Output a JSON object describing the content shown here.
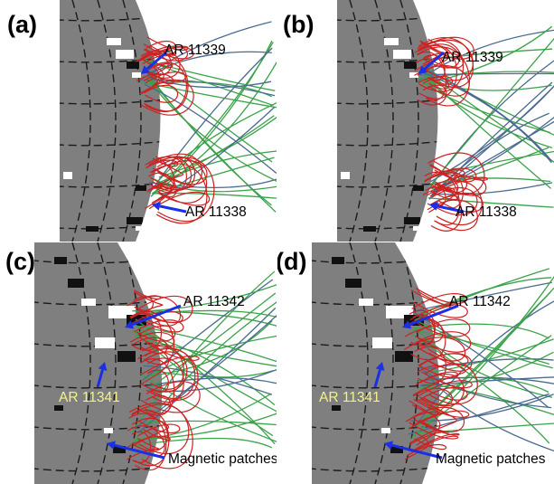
{
  "panels": [
    {
      "id": "a",
      "label": "(a)",
      "ann_top": "AR 11339",
      "ann_bottom": "AR 11338"
    },
    {
      "id": "b",
      "label": "(b)",
      "ann_top": "AR 11339",
      "ann_bottom": "AR 11338"
    },
    {
      "id": "c",
      "label": "(c)",
      "ann_top": "AR 11342",
      "ann_mid": "AR 11341",
      "ann_bottom": "Magnetic patches"
    },
    {
      "id": "d",
      "label": "(d)",
      "ann_top": "AR 11342",
      "ann_mid": "AR 11341",
      "ann_bottom": "Magnetic patches"
    }
  ],
  "colors": {
    "sun_disk": "#7f7f7f",
    "grid": "#1a1a1a",
    "closed_loops": "#cc2222",
    "open_lines_green": "#3aa24a",
    "open_lines_blue": "#4a6a8f",
    "arrow": "#1a2fe6",
    "label_yellow": "#f2f28a",
    "magnetogram_positive": "#ffffff",
    "magnetogram_negative": "#111111"
  }
}
